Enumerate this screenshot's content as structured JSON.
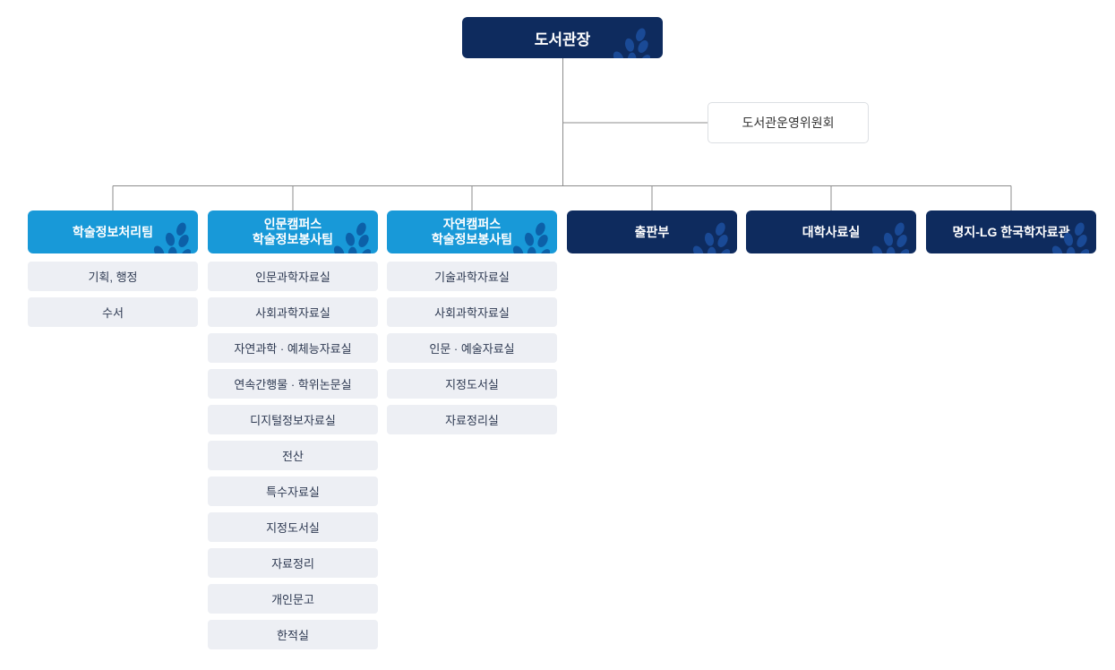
{
  "chart_title": "library-organization-chart",
  "colors": {
    "navy": "#0e2b5e",
    "bright_blue": "#1899d8",
    "leaf_on_navy": "#1a4a96",
    "leaf_on_blue": "#0c60a8",
    "child_background": "#edeff4",
    "child_text": "#2e3a52",
    "connector_line": "#8c8c8c",
    "committee_border": "#dcdfe3"
  },
  "root": {
    "label": "도서관장"
  },
  "committee": {
    "label": "도서관운영위원회"
  },
  "columns": [
    {
      "label": "학술정보처리팀",
      "style": "blue",
      "children": [
        "기획, 행정",
        "수서"
      ]
    },
    {
      "label": "인문캠퍼스\n학술정보봉사팀",
      "style": "blue",
      "children": [
        "인문과학자료실",
        "사회과학자료실",
        "자연과학 · 예체능자료실",
        "연속간행물 · 학위논문실",
        "디지털정보자료실",
        "전산",
        "특수자료실",
        "지정도서실",
        "자료정리",
        "개인문고",
        "한적실"
      ]
    },
    {
      "label": "자연캠퍼스\n학술정보봉사팀",
      "style": "blue",
      "children": [
        "기술과학자료실",
        "사회과학자료실",
        "인문 · 예술자료실",
        "지정도서실",
        "자료정리실"
      ]
    },
    {
      "label": "출판부",
      "style": "navy",
      "children": []
    },
    {
      "label": "대학사료실",
      "style": "navy",
      "children": []
    },
    {
      "label": "명지-LG 한국학자료관",
      "style": "navy",
      "children": []
    }
  ]
}
